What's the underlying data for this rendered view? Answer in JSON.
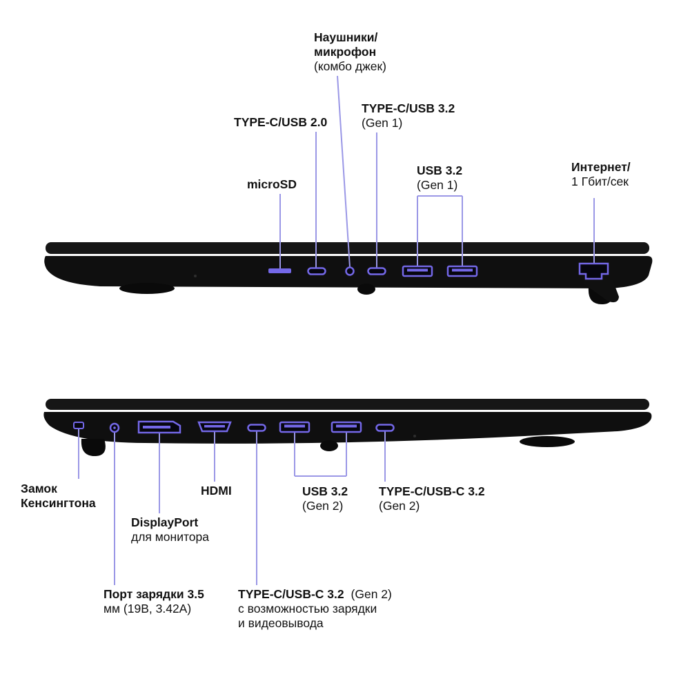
{
  "colors": {
    "background": "#ffffff",
    "laptop_body": "#101010",
    "laptop_lid": "#161616",
    "leader_line": "#9a97e6",
    "port_accent": "#7468e8",
    "text": "#111111"
  },
  "callouts": {
    "headphones": {
      "line1": "Наушники/",
      "line2": "микрофон",
      "line3": "(комбо джек)"
    },
    "type_c_usb_2_0": {
      "line1": "TYPE-C/USB 2.0"
    },
    "type_c_usb_3_2_gen1": {
      "line1": "TYPE-C/USB 3.2",
      "line2": "(Gen 1)"
    },
    "microsd": {
      "line1": "microSD"
    },
    "usb_3_2_gen1": {
      "line1": "USB 3.2",
      "line2": "(Gen 1)"
    },
    "internet": {
      "line1": "Интернет/",
      "line2": "1 Гбит/сек"
    },
    "kensington": {
      "line1": "Замок",
      "line2": "Кенсингтона"
    },
    "hdmi": {
      "line1": "HDMI"
    },
    "displayport": {
      "line1": "DisplayPort",
      "line2": "для монитора"
    },
    "usb_3_2_gen2": {
      "line1": "USB 3.2",
      "line2": "(Gen 2)"
    },
    "type_c_3_2_gen2": {
      "line1": "TYPE-C/USB-C 3.2",
      "line2": "(Gen 2)"
    },
    "charging_port": {
      "line1": "Порт зарядки 3.5",
      "line2": "мм (19В, 3.42А)"
    },
    "type_c_charge_video": {
      "line1_bold": "TYPE-C/USB-C 3.2",
      "line1_regular": "(Gen 2)",
      "line2": "с возможностью зарядки",
      "line3": "и видеовывода"
    }
  }
}
